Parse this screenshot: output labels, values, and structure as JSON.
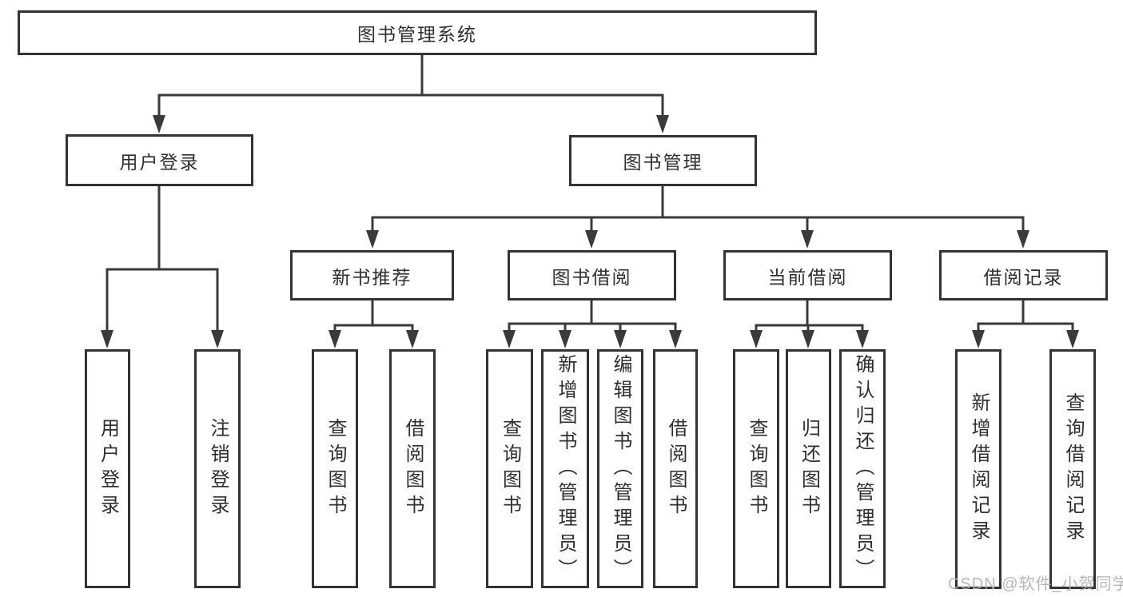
{
  "diagram": {
    "title": "图书管理系统",
    "type": "hierarchy-tree"
  },
  "colors": {
    "line": "#3a3a3a",
    "box_border": "#333333",
    "text": "#2f2f2f",
    "background": "#ffffff",
    "watermark": "#b0b0b0"
  },
  "watermark": {
    "text": "CSDN @软件_小贺同学"
  },
  "tree": {
    "root": {
      "label": "图书管理系统"
    },
    "branches": [
      {
        "label": "用户登录",
        "children": [
          {
            "label": "用户登录"
          },
          {
            "label": "注销登录"
          }
        ]
      },
      {
        "label": "图书管理",
        "groups": [
          {
            "label": "新书推荐",
            "children": [
              {
                "label": "查询图书"
              },
              {
                "label": "借阅图书"
              }
            ]
          },
          {
            "label": "图书借阅",
            "children": [
              {
                "label": "查询图书"
              },
              {
                "label": "新增图书（管理员）"
              },
              {
                "label": "编辑图书（管理员）"
              },
              {
                "label": "借阅图书"
              }
            ]
          },
          {
            "label": "当前借阅",
            "children": [
              {
                "label": "查询图书"
              },
              {
                "label": "归还图书"
              },
              {
                "label": "确认归还（管理员）"
              }
            ]
          },
          {
            "label": "借阅记录",
            "children": [
              {
                "label": "新增借阅记录"
              },
              {
                "label": "查询借阅记录"
              }
            ]
          }
        ]
      }
    ]
  }
}
